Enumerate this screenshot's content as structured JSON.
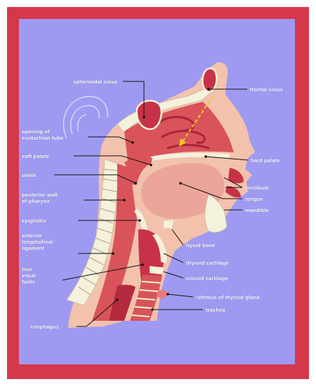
{
  "colors": {
    "frame": "#d4384a",
    "background": "#9f9af1",
    "skin": "#f2c2ad",
    "tissue": "#d8545a",
    "cavity": "#c83246",
    "bone": "#f4f1dc",
    "leader": "#111111",
    "arrow": "#f5c521"
  },
  "labels": {
    "sphenoidal_sinus": "sphenoidal sinus",
    "frontal_sinus": "frontal sinus",
    "opening_eustachian": "opening of\neustachian tube",
    "soft_palate": "soft palate",
    "hard_palate": "hard palate",
    "uvula": "uvula",
    "vestibule": "vestibule",
    "posterior_wall": "posterior wall\nof pharynx",
    "tongue": "tongue",
    "mandible": "mandible",
    "epiglottis": "epiglottis",
    "anterior_ligament": "anterior\nlongitudinal\nligament",
    "hyoid_bone": "hyoid bone",
    "thyroid_cartilage": "thyroid cartilage",
    "true_vocal_folds": "true\nvocal\nfolds",
    "cricoid_cartilage": "cricoid cartilage",
    "isthmus_thyroid": "isthmus of thyroid gland",
    "trachea": "trachea",
    "esophagus": "esophagus"
  }
}
